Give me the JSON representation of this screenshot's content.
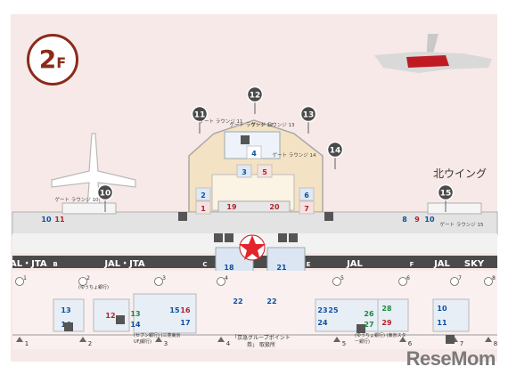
{
  "floor": {
    "number": "2",
    "unit": "F"
  },
  "wing_label": "北ウイング",
  "brand": "ReseMom",
  "gates_top": [
    "11",
    "12",
    "13",
    "14",
    "10",
    "15"
  ],
  "gate_lounge_labels": [
    {
      "text": "ゲート ラウンジ 11"
    },
    {
      "text": "ゲート ラウンジ 12"
    },
    {
      "text": "ゲート ラウンジ 13"
    },
    {
      "text": "ゲート ラウンジ 14"
    },
    {
      "text": "ゲート ラウンジ 10"
    },
    {
      "text": "ゲート ラウンジ 15"
    }
  ],
  "counters": [
    {
      "label": "JAL・JTA"
    },
    {
      "label": "B"
    },
    {
      "label": "JAL・JTA"
    },
    {
      "label": "C"
    },
    {
      "label": "E"
    },
    {
      "label": "JAL"
    },
    {
      "label": "F"
    },
    {
      "label": "JAL"
    },
    {
      "label": "SKY"
    }
  ],
  "shops_center": [
    "4",
    "3",
    "5",
    "2",
    "6",
    "1",
    "19",
    "20",
    "7",
    "18",
    "21",
    "22",
    "22"
  ],
  "shops_left": [
    "10",
    "11"
  ],
  "shops_right": [
    "8",
    "9",
    "10"
  ],
  "lower_shops": [
    "13",
    "14",
    "12",
    "13",
    "14",
    "15",
    "16",
    "17",
    "23",
    "25",
    "24",
    "26",
    "27",
    "28",
    "29",
    "10",
    "11"
  ],
  "stations": [
    "1",
    "2",
    "3",
    "4",
    "5",
    "6",
    "7",
    "8"
  ],
  "notes": {
    "keikyu": "「京急グループポイント券」 取扱所",
    "seven": "(セブン銀行) (三菱東京UFJ銀行)",
    "atm_right": "(ゆうちょ銀行) (東京スター銀行)",
    "yucho_left": "(ゆうちょ銀行)"
  },
  "colors": {
    "background": "#f7e9e7",
    "counter_band": "#4a4a4a",
    "shop_blue": "#0d4fa0",
    "shop_red": "#b5202b",
    "shop_green": "#1d8a3c",
    "accent_star": "#e3242b"
  }
}
